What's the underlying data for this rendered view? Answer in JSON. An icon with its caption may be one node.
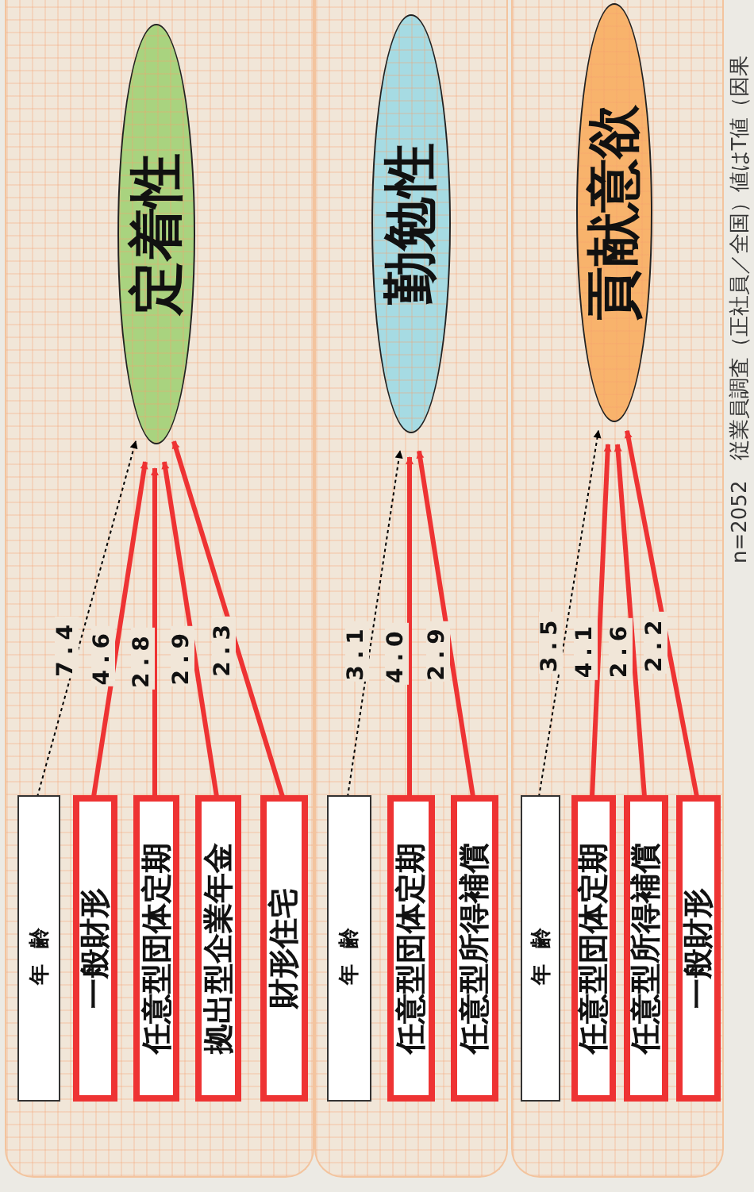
{
  "diagram": {
    "caption": "n=2052　従業員調査（正社員／全国）値はT値（因果",
    "nodes": [
      {
        "text": [],
        "shape": "box"
      },
      {
        "text": [
          "定着性"
        ],
        "in": 0
      },
      {
        "text": [
          "年齢"
        ],
        "in": 0
      },
      {
        "text": [
          "一般財形"
        ],
        "in": 0
      },
      {
        "text": [
          "任意型団体定期"
        ],
        "in": 0
      },
      {
        "text": [
          "拠出型企業年金"
        ],
        "in": 0
      },
      {
        "text": [
          "財形住宅"
        ],
        "in": 0
      },
      {
        "text": [],
        "shape": "box"
      },
      {
        "text": [
          "勤勉性"
        ],
        "in": 7
      },
      {
        "text": [
          "年齢"
        ],
        "in": 7
      },
      {
        "text": [
          "任意型団体定期"
        ],
        "in": 7
      },
      {
        "text": [
          "任意型所得補償"
        ],
        "in": 7
      },
      {
        "text": [],
        "shape": "box"
      },
      {
        "text": [
          "貢献意欲"
        ],
        "in": 12
      },
      {
        "text": [
          "年齢"
        ],
        "in": 12
      },
      {
        "text": [
          "任意型団体定期"
        ],
        "in": 12
      },
      {
        "text": [
          "任意型所得補償"
        ],
        "in": 12
      },
      {
        "text": [
          "一般財形"
        ],
        "in": 12
      }
    ],
    "edges": [
      {
        "from": 2,
        "to": 1,
        "arrow": "to",
        "label": "7.4",
        "style": "dashed",
        "color": "#000000"
      },
      {
        "from": 3,
        "to": 1,
        "arrow": "to",
        "label": "4.6"
      },
      {
        "from": 4,
        "to": 1,
        "arrow": "to",
        "label": "2.8"
      },
      {
        "from": 5,
        "to": 1,
        "arrow": "to",
        "label": "2.9"
      },
      {
        "from": 6,
        "to": 1,
        "arrow": "to",
        "label": "2.3"
      },
      {
        "from": 9,
        "to": 8,
        "arrow": "to",
        "label": "3.1",
        "style": "dashed",
        "color": "#000000"
      },
      {
        "from": 10,
        "to": 8,
        "arrow": "to",
        "label": "4.0"
      },
      {
        "from": 11,
        "to": 8,
        "arrow": "to",
        "label": "2.9"
      },
      {
        "from": 14,
        "to": 13,
        "arrow": "to",
        "label": "3.5",
        "style": "dashed",
        "color": "#000000"
      },
      {
        "from": 15,
        "to": 13,
        "arrow": "to",
        "label": "4.1"
      },
      {
        "from": 16,
        "to": 13,
        "arrow": "to",
        "label": "2.6"
      },
      {
        "from": 17,
        "to": 13,
        "arrow": "to",
        "label": "2.2"
      }
    ]
  }
}
